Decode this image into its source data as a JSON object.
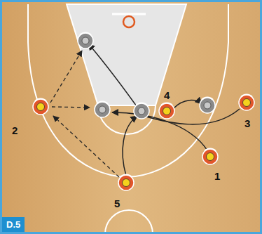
{
  "diagram": {
    "labels": [
      "2",
      "4",
      "3",
      "1",
      "5",
      "D.5"
    ]
  }
}
